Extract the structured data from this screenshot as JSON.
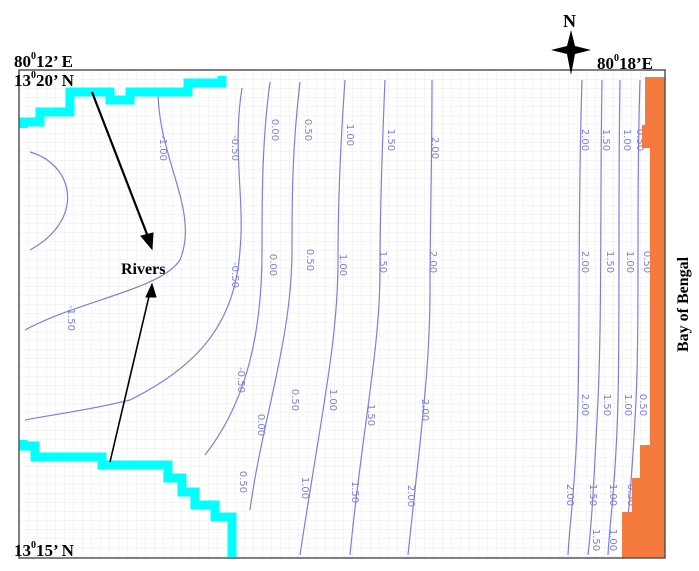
{
  "coordinates": {
    "top_left_lon": {
      "deg": "80",
      "sup": "0",
      "rest": "12’ E"
    },
    "top_left_lat": {
      "deg": "13",
      "sup": "0",
      "rest": "20’ N"
    },
    "bottom_left_lat": {
      "deg": "13",
      "sup": "0",
      "rest": "15’ N"
    },
    "top_right_lon": {
      "deg": "80",
      "sup": "0",
      "rest": "18’E"
    }
  },
  "north_label": "N",
  "rivers_label": "Rivers",
  "bay_label": "Bay of Bengal",
  "colors": {
    "river": "#00ffff",
    "sea": "#f47a3e",
    "contour": "#7c7fe0",
    "grid": "#e6e6e6",
    "frame": "#555555"
  },
  "contour_labels": [
    "-1.00",
    "-0.50",
    "0.00",
    "0.50",
    "1.00",
    "1.50",
    "2.00",
    "-0.50",
    "0.00",
    "0.50",
    "1.00",
    "1.50",
    "2.00",
    "-1.50",
    "-0.50",
    "0.00",
    "0.50",
    "1.00",
    "1.50",
    "2.00",
    "0.50",
    "1.00",
    "1.50",
    "2.00",
    "2.00",
    "1.50",
    "1.00",
    "0.50",
    "2.00",
    "1.50",
    "1.00",
    "0.50",
    "2.00",
    "1.50",
    "1.00",
    "0.50",
    "2.00",
    "1.50",
    "1.00",
    "0.50",
    "1.50",
    "1.00",
    "0.50"
  ]
}
